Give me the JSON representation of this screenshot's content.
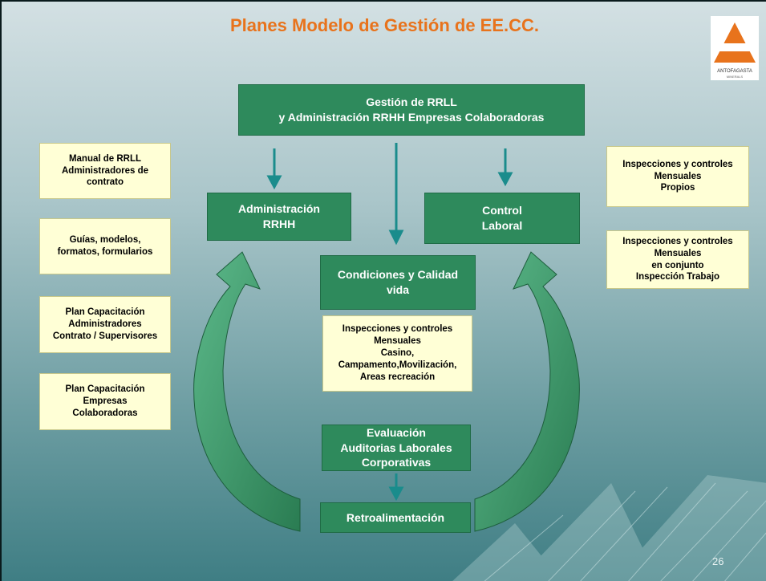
{
  "title": "Planes Modelo de Gestión de EE.CC.",
  "logo": {
    "name": "ANTOFAGASTA",
    "sub": "MINERALS"
  },
  "boxes": {
    "top": "Gestión de RRLL\ny Administración RRHH Empresas Colaboradoras",
    "admin": "Administración\nRRHH",
    "control": "Control\nLaboral",
    "condiciones": "Condiciones y Calidad\nvida",
    "evaluacion": "Evaluación\nAuditorias Laborales\nCorporativas",
    "retro": "Retroalimentación"
  },
  "notes": {
    "manual": "Manual de RRLL\nAdministradores de\ncontrato",
    "guias": "Guías, modelos,\nformatos, formularios",
    "plan_admin": "Plan Capacitación\nAdministradores\nContrato / Supervisores",
    "plan_emp": "Plan Capacitación\nEmpresas\nColaboradoras",
    "insp_propios": "Inspecciones y controles\nMensuales\nPropios",
    "insp_conjunto": "Inspecciones y controles\nMensuales\nen conjunto\nInspección Trabajo",
    "insp_casino": "Inspecciones y controles\nMensuales\nCasino,\nCampamento,Movilización,\nAreas recreación"
  },
  "page_number": "26",
  "colors": {
    "title": "#e8731c",
    "box_green": "#2e8a5c",
    "note_yellow": "#ffffd6",
    "arrow": "#1a8c8c"
  }
}
